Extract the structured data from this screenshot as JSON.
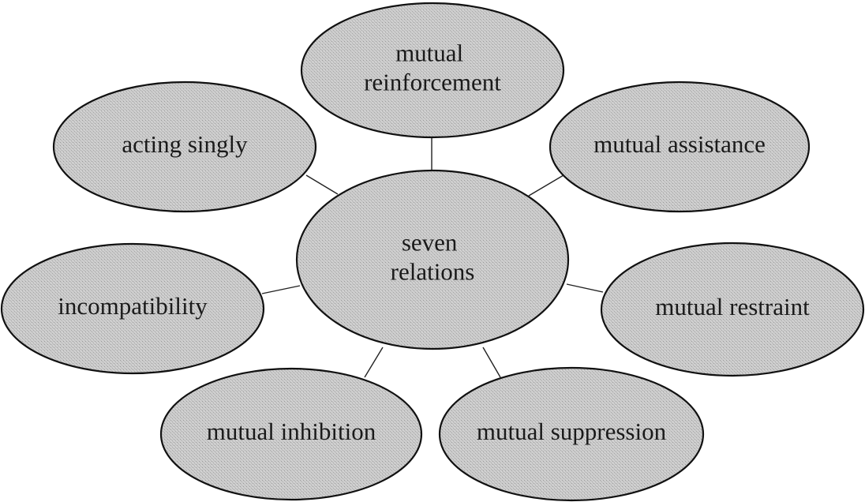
{
  "diagram": {
    "center": {
      "lines": [
        "seven",
        "relations"
      ]
    },
    "nodes": [
      {
        "id": "mutual-reinforcement",
        "lines": [
          "mutual",
          "reinforcement"
        ]
      },
      {
        "id": "acting-singly",
        "lines": [
          "acting singly"
        ]
      },
      {
        "id": "mutual-assistance",
        "lines": [
          "mutual assistance"
        ]
      },
      {
        "id": "incompatibility",
        "lines": [
          "incompatibility"
        ]
      },
      {
        "id": "mutual-restraint",
        "lines": [
          "mutual restraint"
        ]
      },
      {
        "id": "mutual-inhibition",
        "lines": [
          "mutual inhibition"
        ]
      },
      {
        "id": "mutual-suppression",
        "lines": [
          "mutual suppression"
        ]
      }
    ],
    "colors": {
      "fill": "#c9c9c9",
      "stroke": "#111111",
      "text": "#1a1a1a"
    }
  }
}
